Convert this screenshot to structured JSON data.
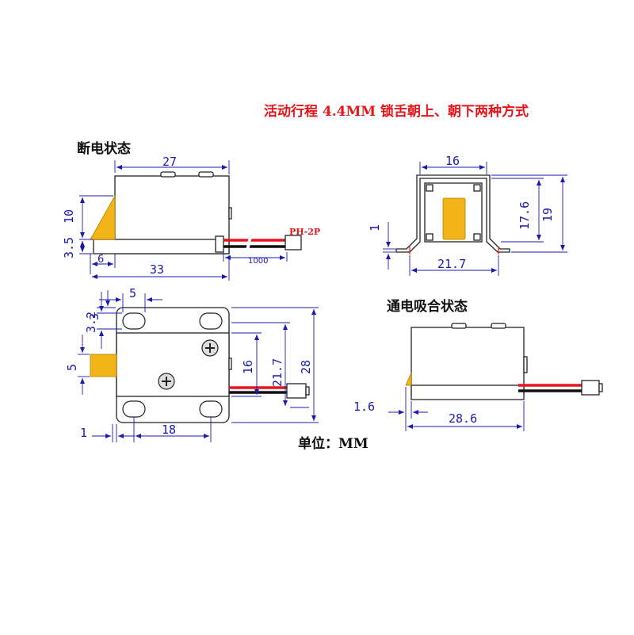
{
  "header": {
    "title": "活动行程 4.4MM 锁舌朝上、朝下两种方式"
  },
  "views": {
    "off_state": {
      "label": "断电状态",
      "connector": "PH-2P",
      "dims": {
        "width_top": "27",
        "height_10": "10",
        "height_3_5": "3.5",
        "offset_6": "6",
        "total_33": "33",
        "wire_1000": "1000"
      }
    },
    "end_view": {
      "dims": {
        "width_16": "16",
        "height_17_6": "17.6",
        "height_19": "19",
        "thick_1": "1",
        "base_21_7": "21.7"
      }
    },
    "top_view": {
      "dims": {
        "hole_5": "5",
        "hole_3_2": "3.2",
        "hole_3": "3",
        "tongue_5": "5",
        "inner_16": "16",
        "inner_21_7": "21.7",
        "outer_28": "28",
        "edge_1": "1",
        "spacing_18": "18"
      }
    },
    "on_state": {
      "label": "通电吸合状态",
      "dims": {
        "protrude_1_6": "1.6",
        "length_28_6": "28.6"
      }
    }
  },
  "footer": {
    "unit_label": "单位：MM"
  },
  "colors": {
    "title": "#e8141b",
    "dimension": "#1a1ab0",
    "latch_tongue": "#f2b416",
    "wire_red": "#e8141b",
    "wire_black": "#111111"
  }
}
